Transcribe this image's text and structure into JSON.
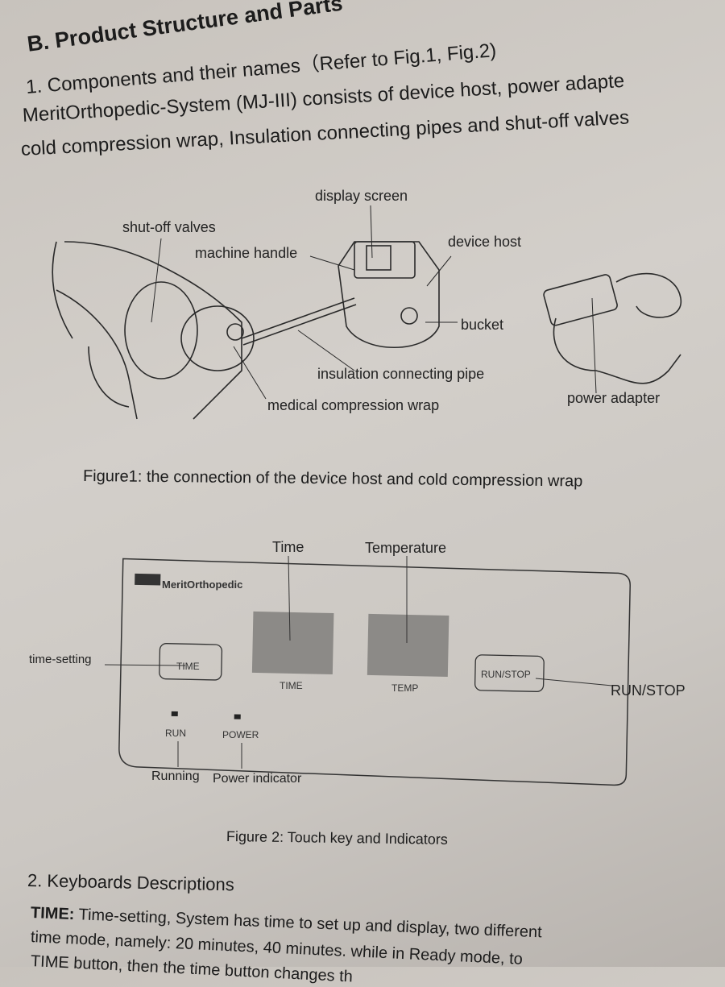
{
  "section_title": "B. Product Structure and Parts",
  "subsection_1": "1. Components and their names（Refer to Fig.1, Fig.2)",
  "intro_lines": [
    "MeritOrthopedic-System (MJ-III) consists of device host, power adapte",
    "cold compression wrap, Insulation connecting pipes and shut-off valves"
  ],
  "figure1": {
    "labels": {
      "display_screen": "display screen",
      "shut_off_valves": "shut-off valves",
      "machine_handle": "machine handle",
      "device_host": "device host",
      "bucket": "bucket",
      "insulation_pipe": "insulation connecting pipe",
      "compression_wrap": "medical compression wrap",
      "power_adapter": "power adapter"
    },
    "caption": "Figure1: the connection of the device host and cold compression wrap"
  },
  "figure2": {
    "callouts": {
      "time": "Time",
      "temperature": "Temperature",
      "time_setting": "time-setting",
      "run_stop": "RUN/STOP",
      "running": "Running",
      "power_indicator": "Power indicator"
    },
    "brand": "MeritOrthopedic",
    "panel": {
      "time_button": "TIME",
      "time_display": "TIME",
      "temp_display": "TEMP",
      "run_stop_button": "RUN/STOP",
      "run_led": "RUN",
      "power_led": "POWER"
    },
    "caption": "Figure 2: Touch key and Indicators"
  },
  "subsection_2": "2. Keyboards Descriptions",
  "time_desc": {
    "term": "TIME:",
    "lines": [
      " Time-setting, System has time to set up and display, two different",
      "time mode, namely: 20 minutes, 40 minutes. while in Ready mode, to",
      "TIME button, then the time button changes th"
    ]
  }
}
